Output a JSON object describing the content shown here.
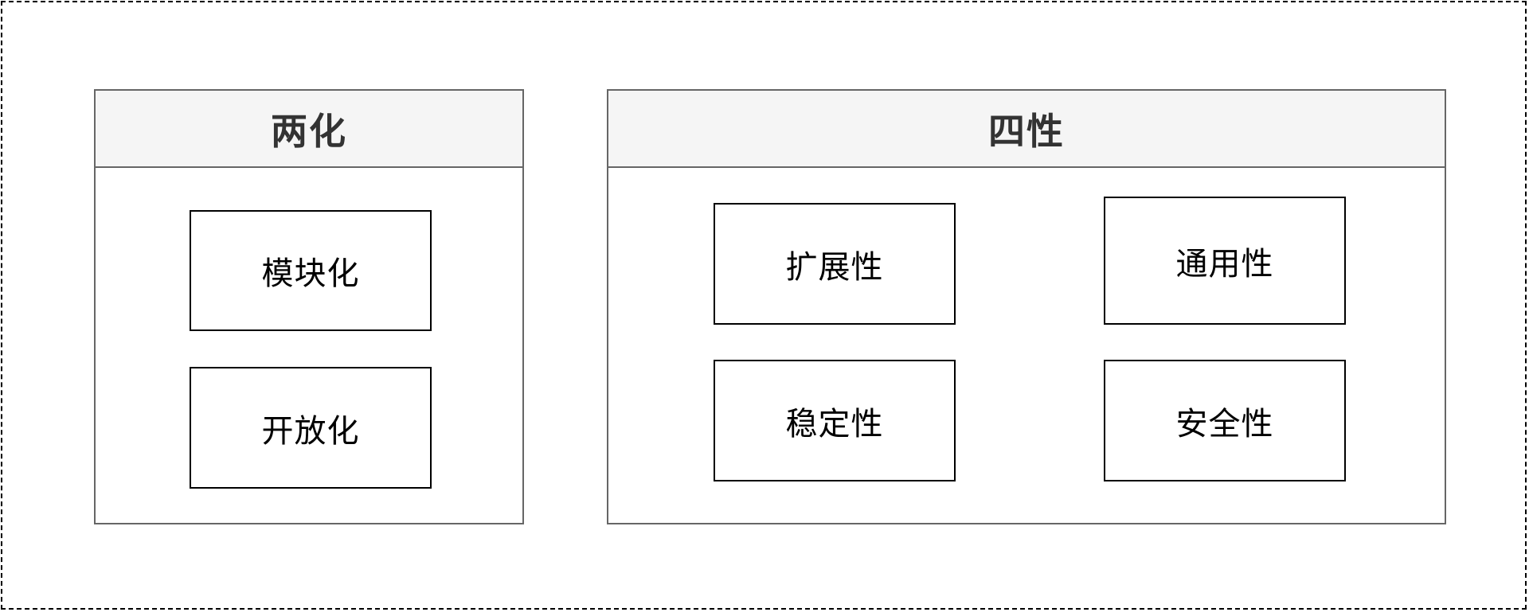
{
  "diagram": {
    "left_group": {
      "title": "两化",
      "items": [
        "模块化",
        "开放化"
      ]
    },
    "right_group": {
      "title": "四性",
      "items": [
        "扩展性",
        "通用性",
        "稳定性",
        "安全性"
      ]
    }
  }
}
